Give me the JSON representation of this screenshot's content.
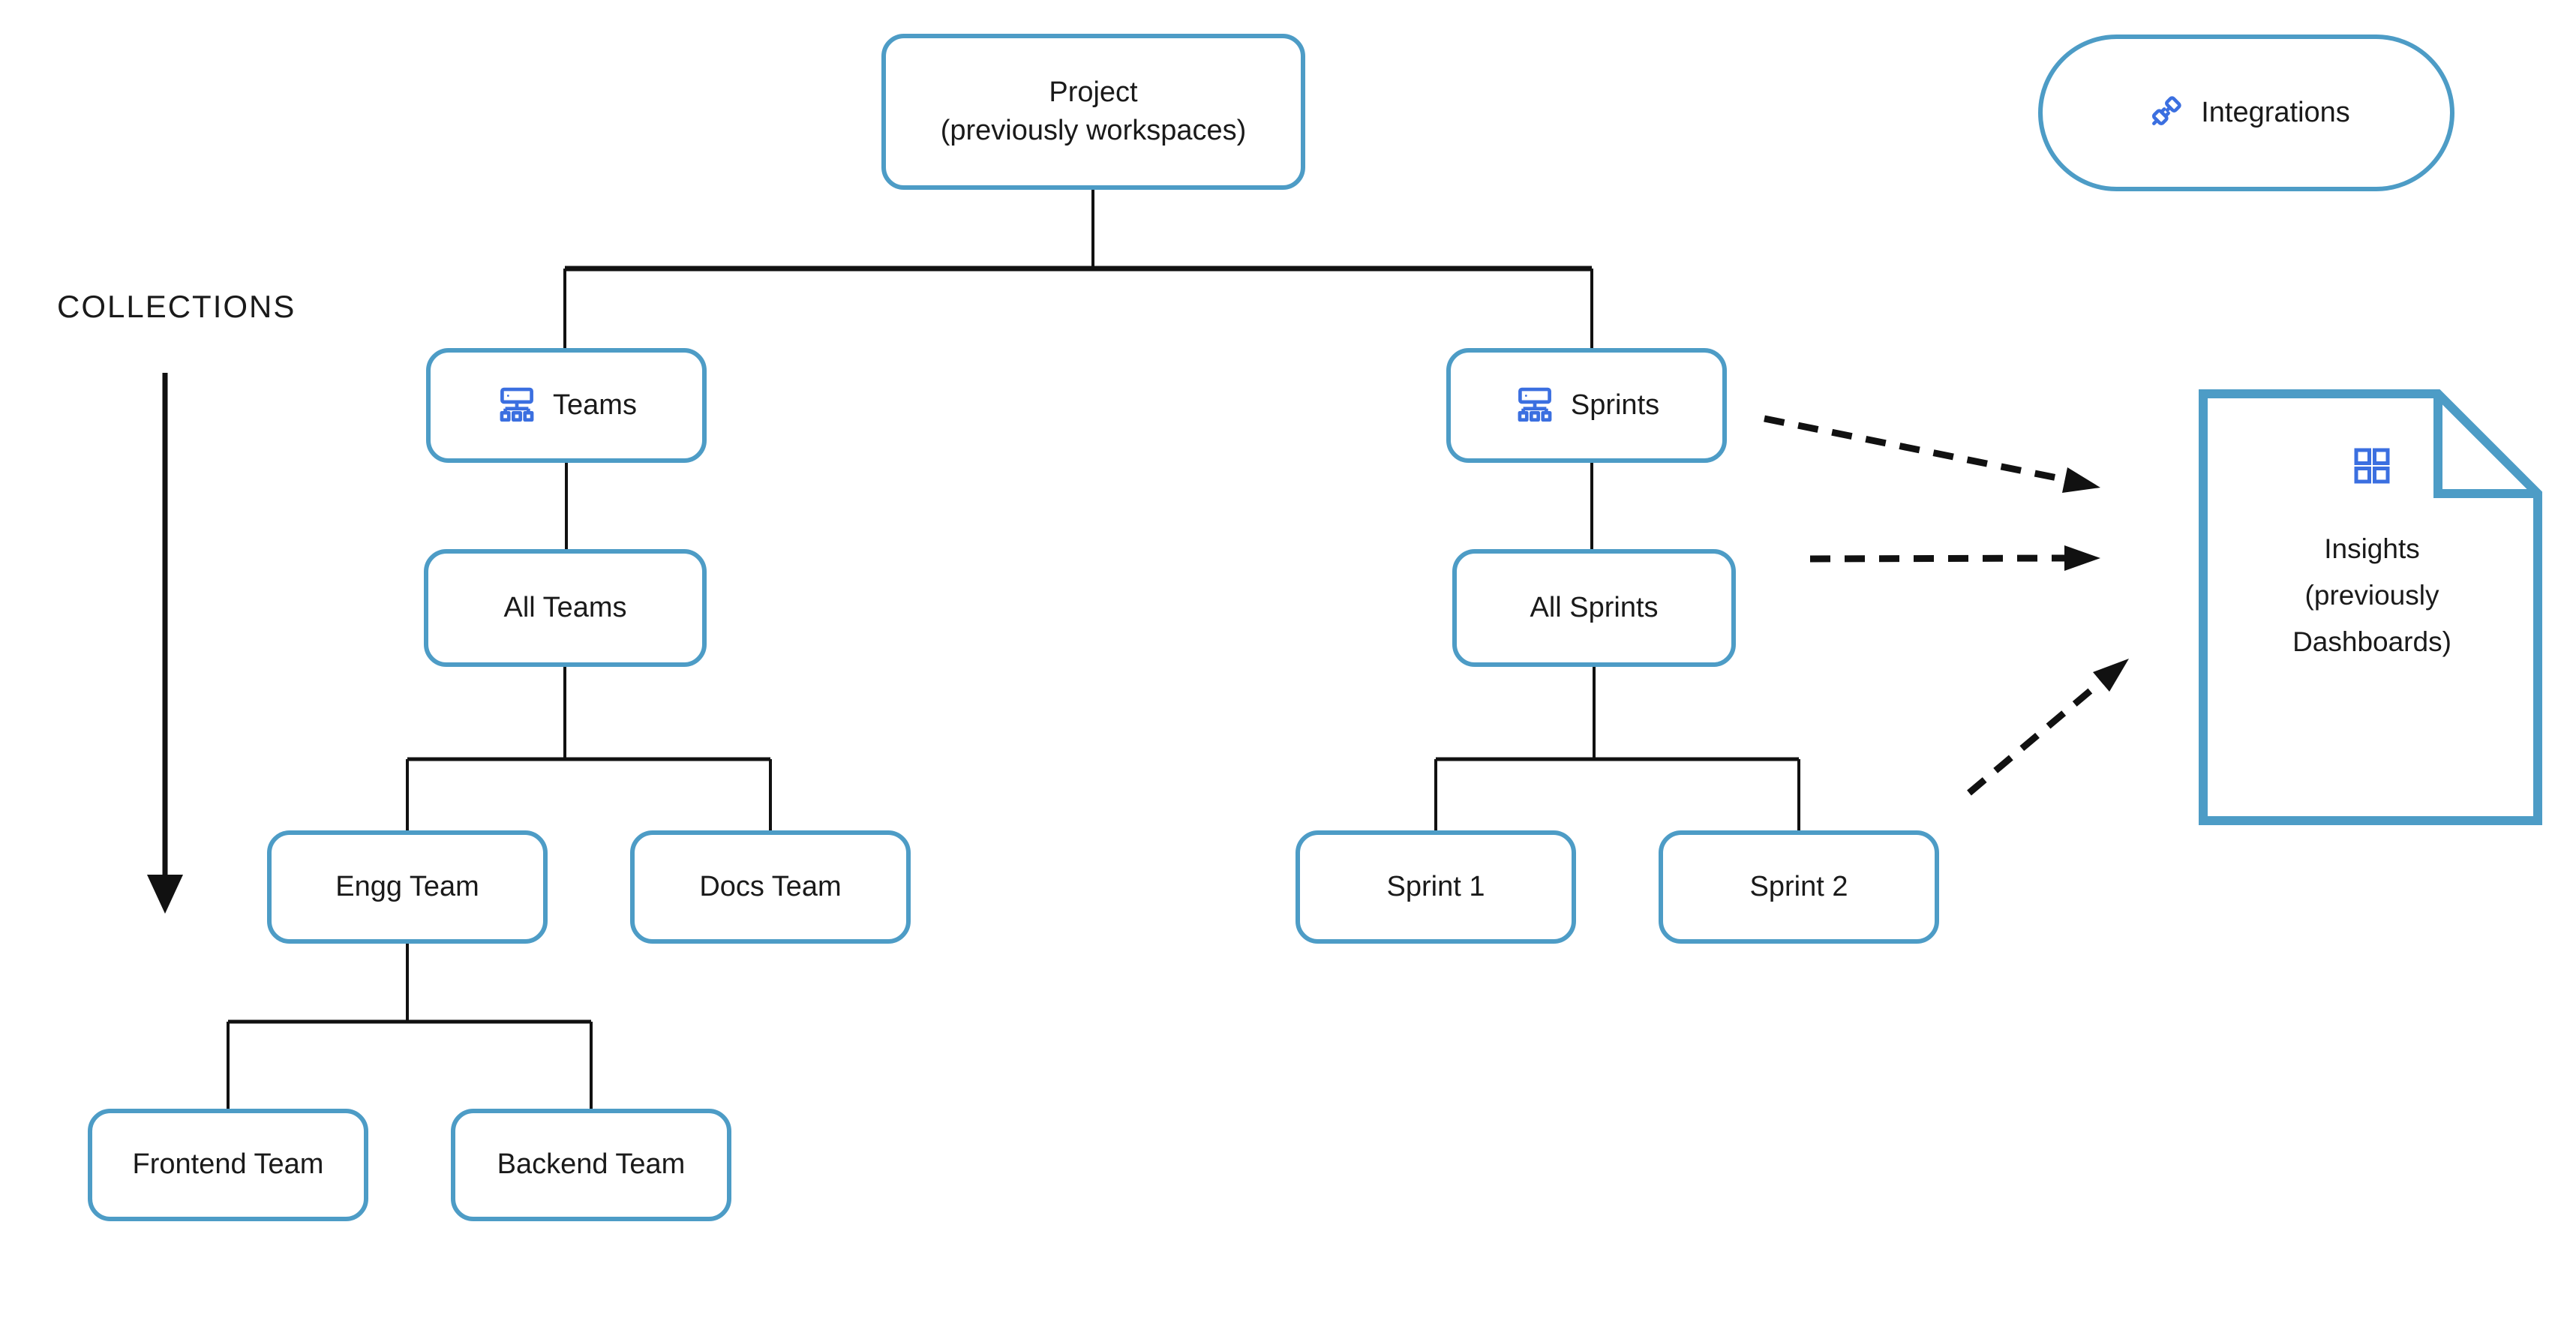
{
  "diagram": {
    "collections_label": "COLLECTIONS",
    "nodes": {
      "project": {
        "line1": "Project",
        "line2": "(previously workspaces)"
      },
      "integrations": {
        "label": "Integrations",
        "icon": "plug-connection-icon"
      },
      "teams": {
        "label": "Teams",
        "icon": "org-chart-icon"
      },
      "sprints": {
        "label": "Sprints",
        "icon": "org-chart-icon"
      },
      "all_teams": {
        "label": "All Teams"
      },
      "all_sprints": {
        "label": "All Sprints"
      },
      "engg_team": {
        "label": "Engg Team"
      },
      "docs_team": {
        "label": "Docs Team"
      },
      "sprint_1": {
        "label": "Sprint 1"
      },
      "sprint_2": {
        "label": "Sprint 2"
      },
      "frontend_team": {
        "label": "Frontend Team"
      },
      "backend_team": {
        "label": "Backend Team"
      },
      "insights": {
        "line1": "Insights",
        "line2": "(previously",
        "line3": "Dashboards)",
        "icon": "dashboard-grid-icon"
      }
    },
    "colors": {
      "node_border": "#4D9CC6",
      "icon_blue": "#3B6FE0",
      "connector": "#111111",
      "text": "#1a1a1a"
    }
  }
}
